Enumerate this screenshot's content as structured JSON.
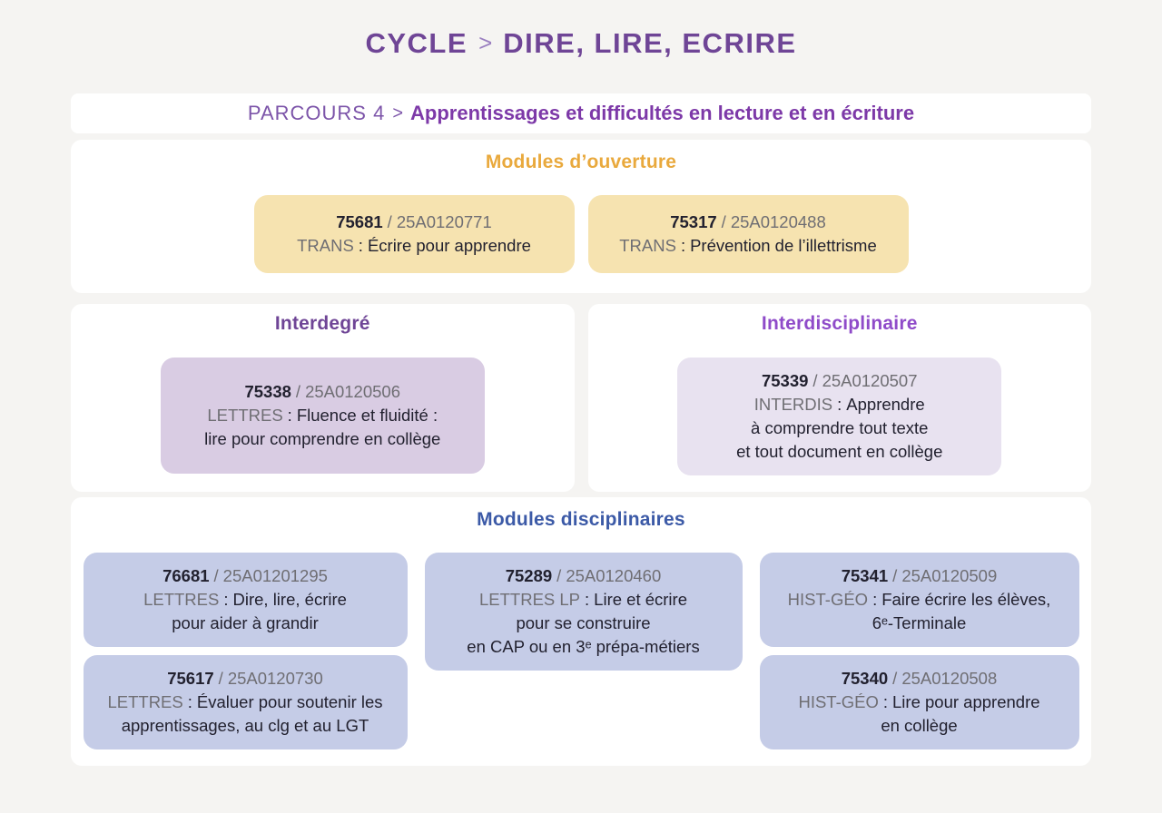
{
  "page_title": {
    "left": "CYCLE",
    "arrow": ">",
    "right": "DIRE, LIRE, ECRIRE"
  },
  "parcours_bar": {
    "prefix": "PARCOURS 4",
    "arrow": ">",
    "title": "Apprentissages et difficultés en lecture et en écriture"
  },
  "separators": {
    "slash": "/",
    "colon": ":"
  },
  "colors": {
    "bg": "#f5f4f2",
    "card_bg": "#ffffff",
    "purple_dark": "#6f4596",
    "purple_mid": "#7c54a9",
    "purple_bold": "#7d39a8",
    "purple_bright": "#8f4bc9",
    "gold": "#e9a93d",
    "blue": "#3c5aa7",
    "yellow_box": "#f6e3b0",
    "purple_box": "#d9cce3",
    "lavender_box": "#e8e2f0",
    "blue_box": "#c5cce7",
    "text_dark": "#22212f",
    "text_gray": "#6f6e73",
    "arrow_light": "#9a7fc0"
  },
  "sections": {
    "ouverture": {
      "heading": "Modules d’ouverture",
      "modules": [
        {
          "number": "75681",
          "code": "25A0120771",
          "discipline": "TRANS",
          "title": "Écrire pour apprendre"
        },
        {
          "number": "75317",
          "code": "25A0120488",
          "discipline": "TRANS",
          "title": "Prévention de l’illettrisme"
        }
      ]
    },
    "interdegre": {
      "heading": "Interdegré",
      "module": {
        "number": "75338",
        "code": "25A0120506",
        "discipline": "LETTRES",
        "title": "Fluence et fluidité :\nlire pour comprendre en collège"
      }
    },
    "interdisciplinaire": {
      "heading": "Interdisciplinaire",
      "module": {
        "number": "75339",
        "code": "25A0120507",
        "discipline": "INTERDIS",
        "title": "Apprendre\nà comprendre tout texte\net tout document en collège"
      }
    },
    "disciplinaires": {
      "heading": "Modules disciplinaires",
      "columns": [
        {
          "modules": [
            {
              "number": "76681",
              "code": "25A01201295",
              "discipline": "LETTRES",
              "title": "Dire, lire, écrire\npour aider à grandir"
            },
            {
              "number": "75617",
              "code": "25A0120730",
              "discipline": "LETTRES",
              "title": "Évaluer pour soutenir les\napprentissages, au clg et au LGT"
            }
          ]
        },
        {
          "modules": [
            {
              "number": "75289",
              "code": "25A0120460",
              "discipline": "LETTRES LP",
              "title": "Lire et écrire\npour se construire\nen CAP ou en 3ᵉ prépa-métiers"
            }
          ]
        },
        {
          "modules": [
            {
              "number": "75341",
              "code": "25A0120509",
              "discipline": "HIST-GÉO",
              "title": "Faire écrire les élèves,\n6ᵉ-Terminale"
            },
            {
              "number": "75340",
              "code": "25A0120508",
              "discipline": "HIST-GÉO",
              "title": "Lire pour apprendre\nen collège"
            }
          ]
        }
      ]
    }
  }
}
